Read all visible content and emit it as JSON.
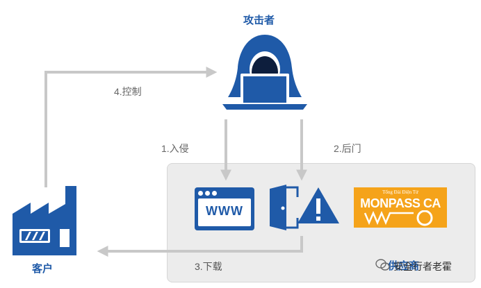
{
  "nodes": {
    "attacker": "攻击者",
    "client": "客户",
    "supplier": "供应商"
  },
  "steps": {
    "control": "4.控制",
    "intrude": "1.入侵",
    "backdoor": "2.后门",
    "download": "3.下载"
  },
  "icons": {
    "www": "WWW",
    "ca_logo_main": "MONPASS CA",
    "ca_logo_small": "Tổng Đài Điện Tử"
  },
  "watermark": "安全行者老霍",
  "colors": {
    "primary_blue": "#1f5aa8",
    "arrow_gray": "#c8c8c8",
    "ca_orange": "#f5a31a",
    "panel_gray": "#ececec"
  }
}
